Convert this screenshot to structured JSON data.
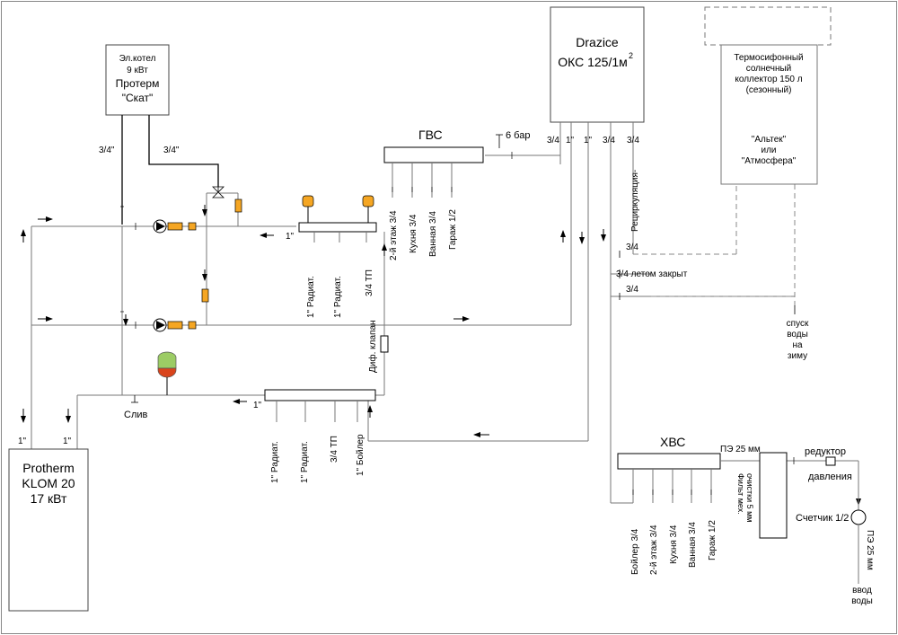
{
  "electric_boiler": {
    "line1": "Эл.котел",
    "line2": "9 кВт",
    "line3": "Протерм",
    "line4": "\"Скат\""
  },
  "electric_boiler_pipes": {
    "left": "3/4\"",
    "right": "3/4\""
  },
  "dhw_tank": {
    "line1": "Drazice",
    "line2": "ОКС 125/1м",
    "line2_sup": "2"
  },
  "dhw_tank_ports": [
    "3/4",
    "1\"",
    "1\"",
    "3/4",
    "3/4"
  ],
  "solar": {
    "line1": "Термосифонный",
    "line2": "солнечный",
    "line3": "коллектор 150 л",
    "line4": "(сезонный)",
    "line5": "\"Альтек\"",
    "line6": "или",
    "line7": "\"Атмосфера\""
  },
  "gvs": {
    "title": "ГВС",
    "pressure": "6 бар",
    "outlets": [
      "2-й этаж 3/4",
      "Кухня 3/4",
      "Ванная 3/4",
      "Гараж 1/2"
    ]
  },
  "recirculation": "Рециркуляция-",
  "solar_lines": {
    "line_a": "3/4",
    "line_b": "3/4 летом закрыт",
    "line_c": "3/4"
  },
  "drain_winter": {
    "line1": "спуск",
    "line2": "воды",
    "line3": "на",
    "line4": "зиму"
  },
  "upper_collector": {
    "inlet": "1\"",
    "outlets": [
      "1\" Радиат.",
      "1\" Радиат.",
      "3/4 ТП"
    ]
  },
  "diff_valve": "Диф. клапан",
  "lower_collector": {
    "inlet": "1\"",
    "outlets": [
      "1\" Радиат.",
      "1\" Радиат.",
      "3/4 ТП",
      "1\" Бойлер"
    ]
  },
  "drain": "Слив",
  "gas_boiler": {
    "line1": "Protherm",
    "line2": "KLOM 20",
    "line3": "17 кВт"
  },
  "gas_boiler_pipes": {
    "left": "1\"",
    "right": "1\""
  },
  "hvs": {
    "title": "ХВС",
    "outlets": [
      "Бойлер 3/4",
      "2-й этаж 3/4",
      "Кухня 3/4",
      "Ванная 3/4",
      "Гараж 1/2"
    ]
  },
  "filter": {
    "line1": "Фильт мех.",
    "line2": "очистки 5 мм"
  },
  "pe_pipe": "ПЭ 25 мм",
  "reducer": {
    "line1": "редуктор",
    "line2": "давления"
  },
  "meter": "Счетчик 1/2",
  "water_inlet": {
    "pipe": "ПЭ 25 мм",
    "line1": "ввод",
    "line2": "воды"
  },
  "colors": {
    "line": "#555555",
    "dashed": "#777777",
    "orange": "#f5a623",
    "red": "#d9441c",
    "green": "#9ccc65"
  }
}
